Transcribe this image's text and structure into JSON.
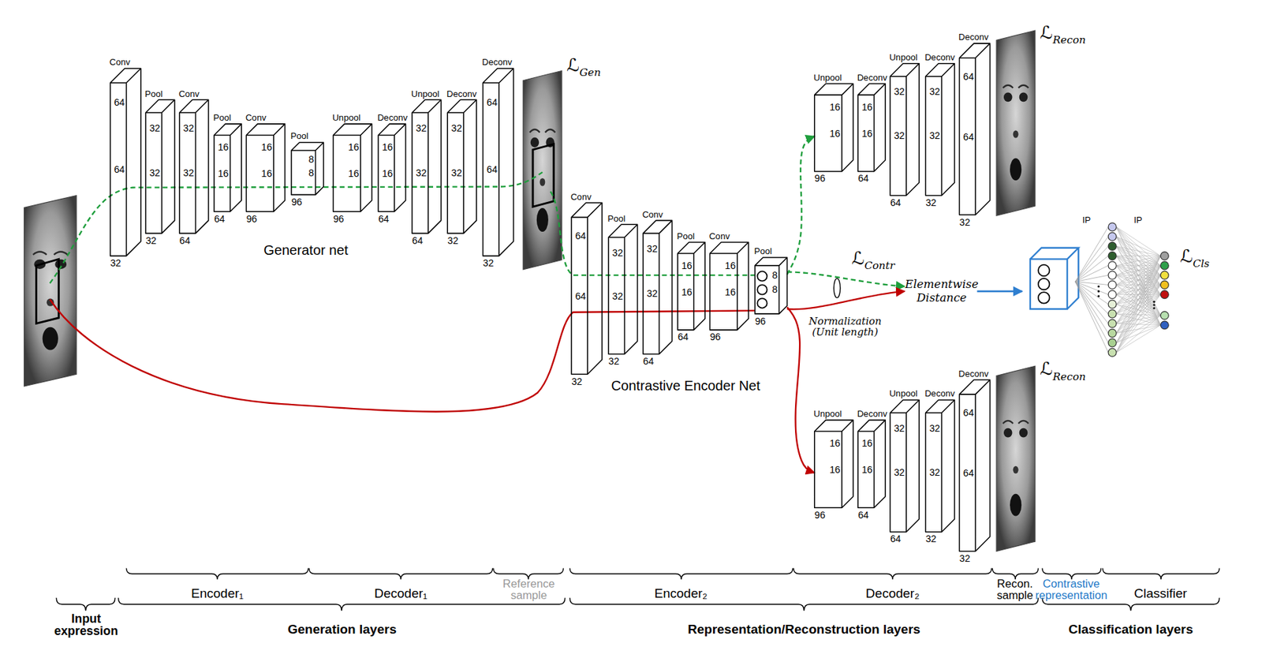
{
  "diagram": {
    "nodes": [
      {
        "text": [
          "Conv",
          "64",
          "64",
          "32"
        ]
      },
      {
        "text": [
          "Pool",
          "32",
          "32",
          "32"
        ]
      },
      {
        "text": [
          "Conv",
          "32",
          "32",
          "64"
        ]
      },
      {
        "text": [
          "Pool",
          "16",
          "16",
          "64"
        ]
      },
      {
        "text": [
          "Conv",
          "16",
          "16",
          "96"
        ]
      },
      {
        "text": [
          "Pool",
          "8",
          "8",
          "96"
        ]
      },
      {
        "text": [
          "Unpool",
          "16",
          "16",
          "96"
        ]
      },
      {
        "text": [
          "Deconv",
          "16",
          "16",
          "64"
        ]
      },
      {
        "text": [
          "Unpool",
          "32",
          "32",
          "64"
        ]
      },
      {
        "text": [
          "Deconv",
          "32",
          "32",
          "32"
        ]
      },
      {
        "text": [
          "Deconv",
          "64",
          "64",
          "32"
        ]
      },
      {
        "text": [
          "Conv",
          "64",
          "64",
          "32"
        ]
      },
      {
        "text": [
          "Pool",
          "32",
          "32",
          "32"
        ]
      },
      {
        "text": [
          "Conv",
          "32",
          "32",
          "64"
        ]
      },
      {
        "text": [
          "Pool",
          "16",
          "16",
          "64"
        ]
      },
      {
        "text": [
          "Conv",
          "16",
          "16",
          "96"
        ]
      },
      {
        "text": [
          "Pool",
          "8",
          "8",
          "96"
        ]
      },
      {
        "text": [
          "Unpool",
          "16",
          "16",
          "96"
        ]
      },
      {
        "text": [
          "Deconv",
          "16",
          "16",
          "64"
        ]
      },
      {
        "text": [
          "Unpool",
          "32",
          "32",
          "64"
        ]
      },
      {
        "text": [
          "Deconv",
          "32",
          "32",
          "32"
        ]
      },
      {
        "text": [
          "Deconv",
          "64",
          "64",
          "32"
        ]
      },
      {
        "text": [
          "Unpool",
          "16",
          "16",
          "96"
        ]
      },
      {
        "text": [
          "Deconv",
          "16",
          "16",
          "64"
        ]
      },
      {
        "text": [
          "Unpool",
          "32",
          "32",
          "64"
        ]
      },
      {
        "text": [
          "Deconv",
          "32",
          "32",
          "32"
        ]
      },
      {
        "text": [
          "Deconv",
          "64",
          "64",
          "32"
        ]
      }
    ],
    "edges": [
      {
        "from": 16,
        "to": 17,
        "arrow": "to"
      },
      {
        "from": 16,
        "to": 22,
        "arrow": "to"
      }
    ],
    "labels": [
      "Generator net",
      "Contrastive Encoder Net",
      "ℒ",
      "Gen",
      "ℒ",
      "Contr",
      "Normalization (Unit length)",
      "Elementwise Distance",
      "ℒ",
      "Recon",
      "ℒ",
      "Recon",
      "IP",
      "IP",
      "ℒ",
      "Cls",
      "Encoder₁",
      "Decoder₁",
      "Reference sample",
      "Encoder₂",
      "Decoder₂",
      "Recon. sample",
      "Contrastive representation",
      "Classifier",
      "Input expression",
      "Generation layers",
      "Representation/Reconstruction layers",
      "Classification layers"
    ]
  }
}
